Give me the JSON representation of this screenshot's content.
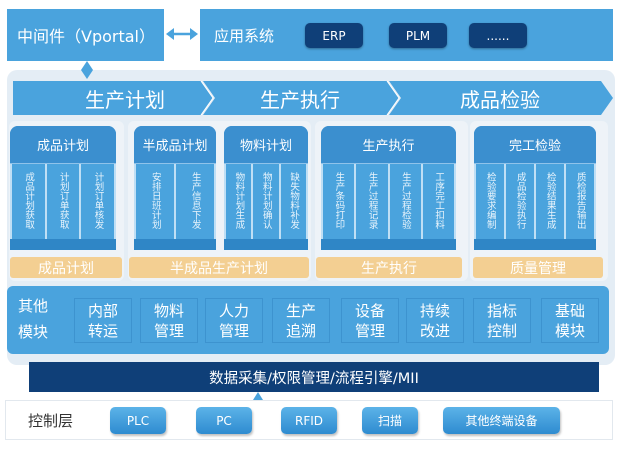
{
  "top": {
    "middleware": "中间件（Vportal）",
    "app_system": "应用系统",
    "app_buttons": [
      "ERP",
      "PLM",
      "......"
    ]
  },
  "process": [
    "生产计划",
    "生产执行",
    "成品检验"
  ],
  "modules": [
    {
      "title": "成品计划",
      "items": [
        "成品计划获取",
        "计划订单获取",
        "计划订单核发"
      ]
    },
    {
      "title": "半成品计划",
      "items": [
        "安排日班计划",
        "生产信息下发"
      ]
    },
    {
      "title": "物料计划",
      "items": [
        "物料计划生成",
        "物料计划确认",
        "缺失物料补发"
      ]
    },
    {
      "title": "生产执行",
      "items": [
        "生产条码打印",
        "生产过程记录",
        "生产过程检验",
        "工序完工扣料"
      ]
    },
    {
      "title": "完工检验",
      "items": [
        "检验要求编制",
        "成品检验执行",
        "检验结果生成",
        "质检报告输出"
      ]
    }
  ],
  "group_labels": [
    "成品计划",
    "半成品生产计划",
    "生产执行",
    "质量管理"
  ],
  "other_modules": {
    "title": "其他模块",
    "items": [
      "内部转运",
      "物料管理",
      "人力管理",
      "生产追溯",
      "设备管理",
      "持续改进",
      "指标控制",
      "基础模块"
    ]
  },
  "platform": "数据采集/权限管理/流程引擎/MII",
  "control_layer": {
    "title": "控制层",
    "devices": [
      "PLC",
      "PC",
      "RFID",
      "扫描",
      "其他终端设备"
    ]
  },
  "colors": {
    "primary_blue": "#4aa3dd",
    "dark_navy": "#0f3f78",
    "label_orange": "#f3cf92",
    "panel_bg": "#e4edf5"
  }
}
